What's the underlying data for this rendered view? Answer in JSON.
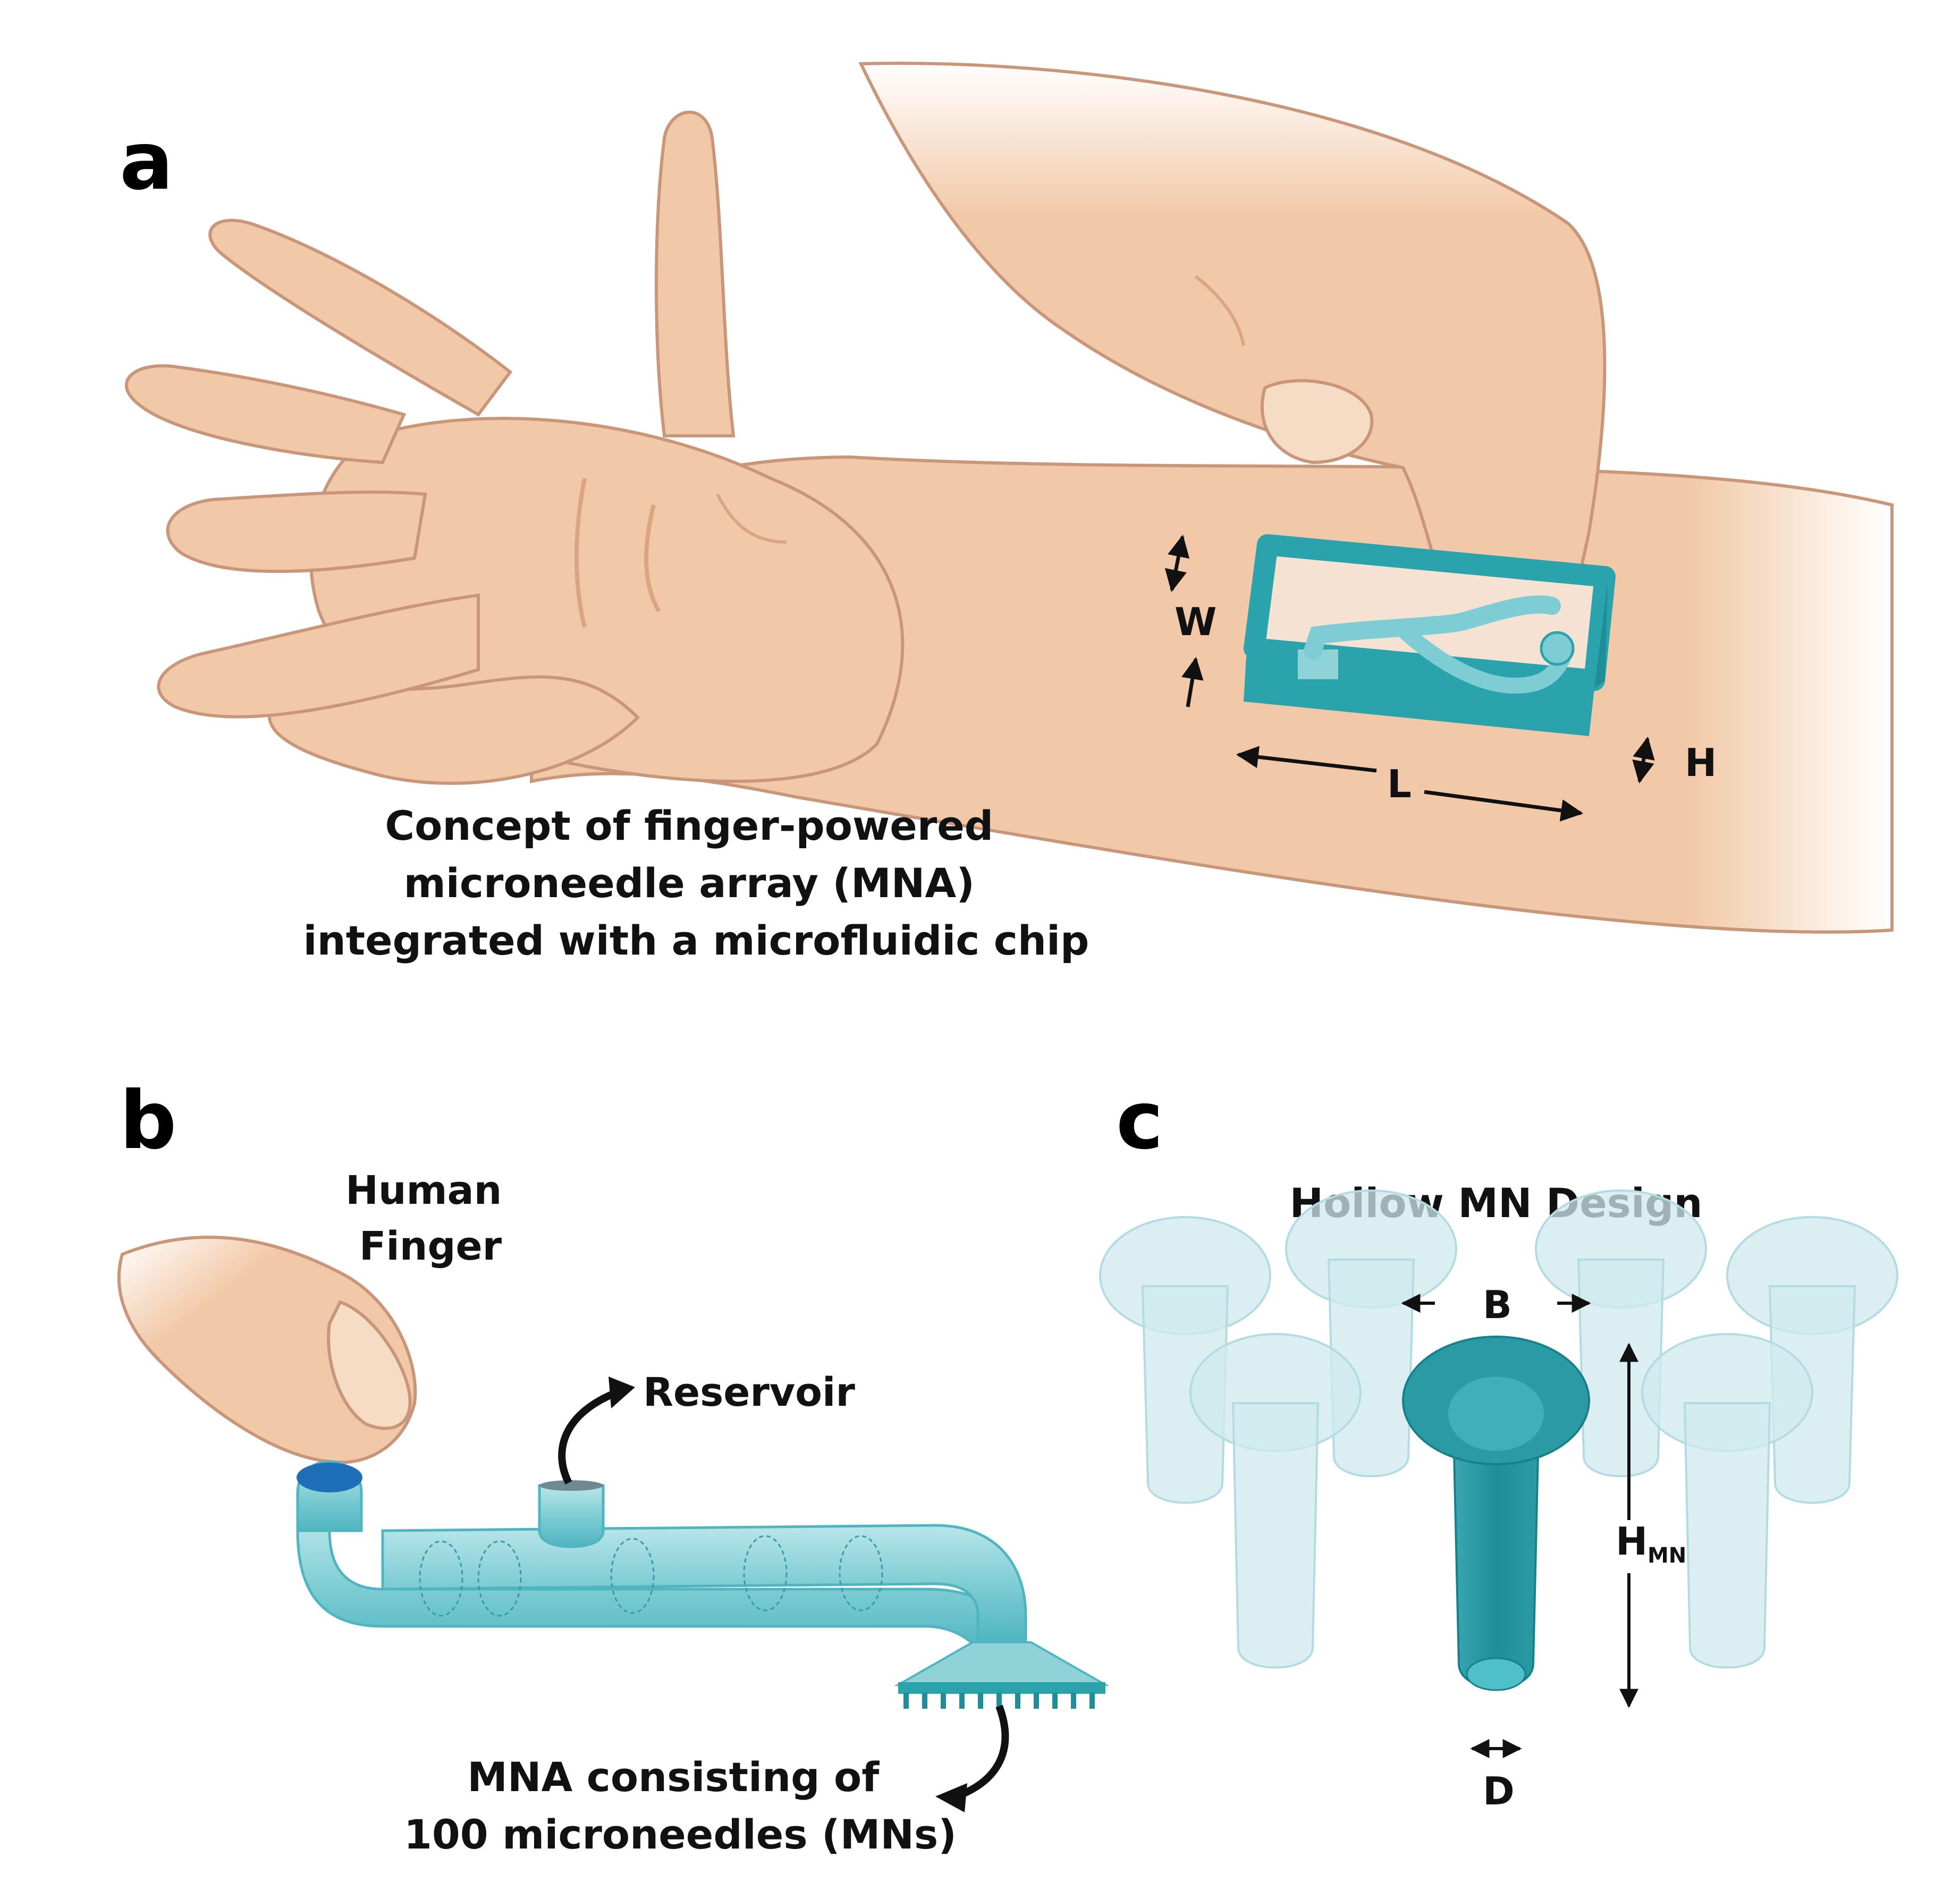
{
  "panels": {
    "a": {
      "letter": "a",
      "caption": [
        "Concept of finger-powered",
        "microneedle array (MNA)",
        "integrated with a microfluidic chip"
      ],
      "dim_labels": {
        "width": "W",
        "length": "L",
        "height": "H"
      }
    },
    "b": {
      "letter": "b",
      "labels": {
        "finger": [
          "Human",
          "Finger"
        ],
        "reservoir": "Reservoir",
        "mna": [
          "MNA consisting of",
          "100 microneedles (MNs)"
        ]
      }
    },
    "c": {
      "letter": "c",
      "title": "Hollow MN Design",
      "dim_labels": {
        "base": "B",
        "height": "H",
        "height_sub": "MN",
        "diameter": "D"
      }
    }
  },
  "colors": {
    "skin": "#f2c9a8",
    "skin_shadow": "#d9a582",
    "chip_teal": "#2aa3ad",
    "chip_light": "#8fd3d8",
    "needle_dark": "#1f8e98",
    "needle_ghost": "#cfe9ee",
    "cap_blue": "#1f6fb8"
  }
}
